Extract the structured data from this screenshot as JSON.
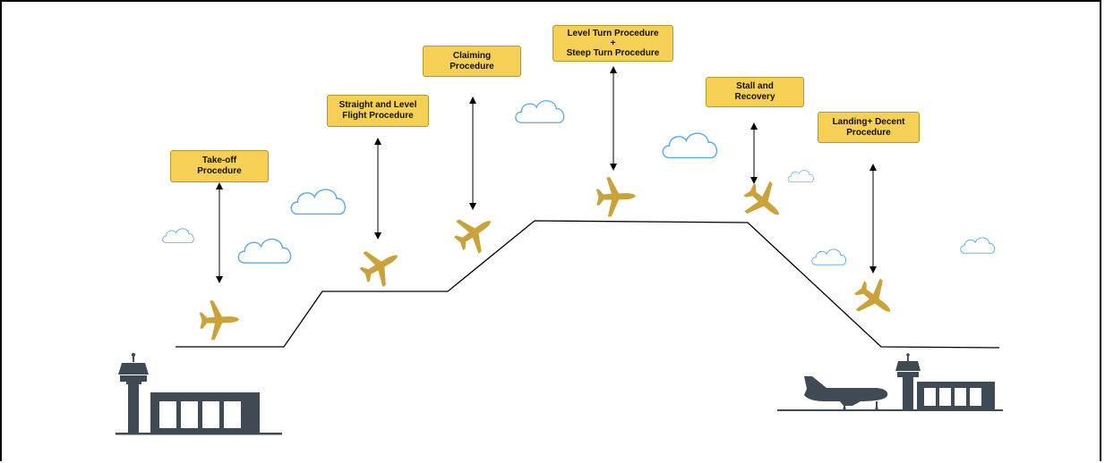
{
  "diagram": {
    "stages": [
      {
        "id": "takeoff",
        "lines": [
          "Take-off",
          "Procedure"
        ]
      },
      {
        "id": "straight",
        "lines": [
          "Straight and Level",
          "Flight Procedure"
        ]
      },
      {
        "id": "climbing",
        "lines": [
          "Claiming",
          "Procedure"
        ]
      },
      {
        "id": "turn",
        "lines": [
          "Level Turn Procedure",
          "+",
          "Steep Turn Procedure"
        ]
      },
      {
        "id": "stall",
        "lines": [
          "Stall and",
          "Recovery"
        ]
      },
      {
        "id": "landing",
        "lines": [
          "Landing+ Decent",
          "Procedure"
        ]
      }
    ],
    "colors": {
      "label_fill": "#f6cf55",
      "plane": "#c9a33a",
      "cloud_stroke": "#5aa9e6",
      "path": "#000000",
      "airport": "#3f4a54"
    }
  }
}
